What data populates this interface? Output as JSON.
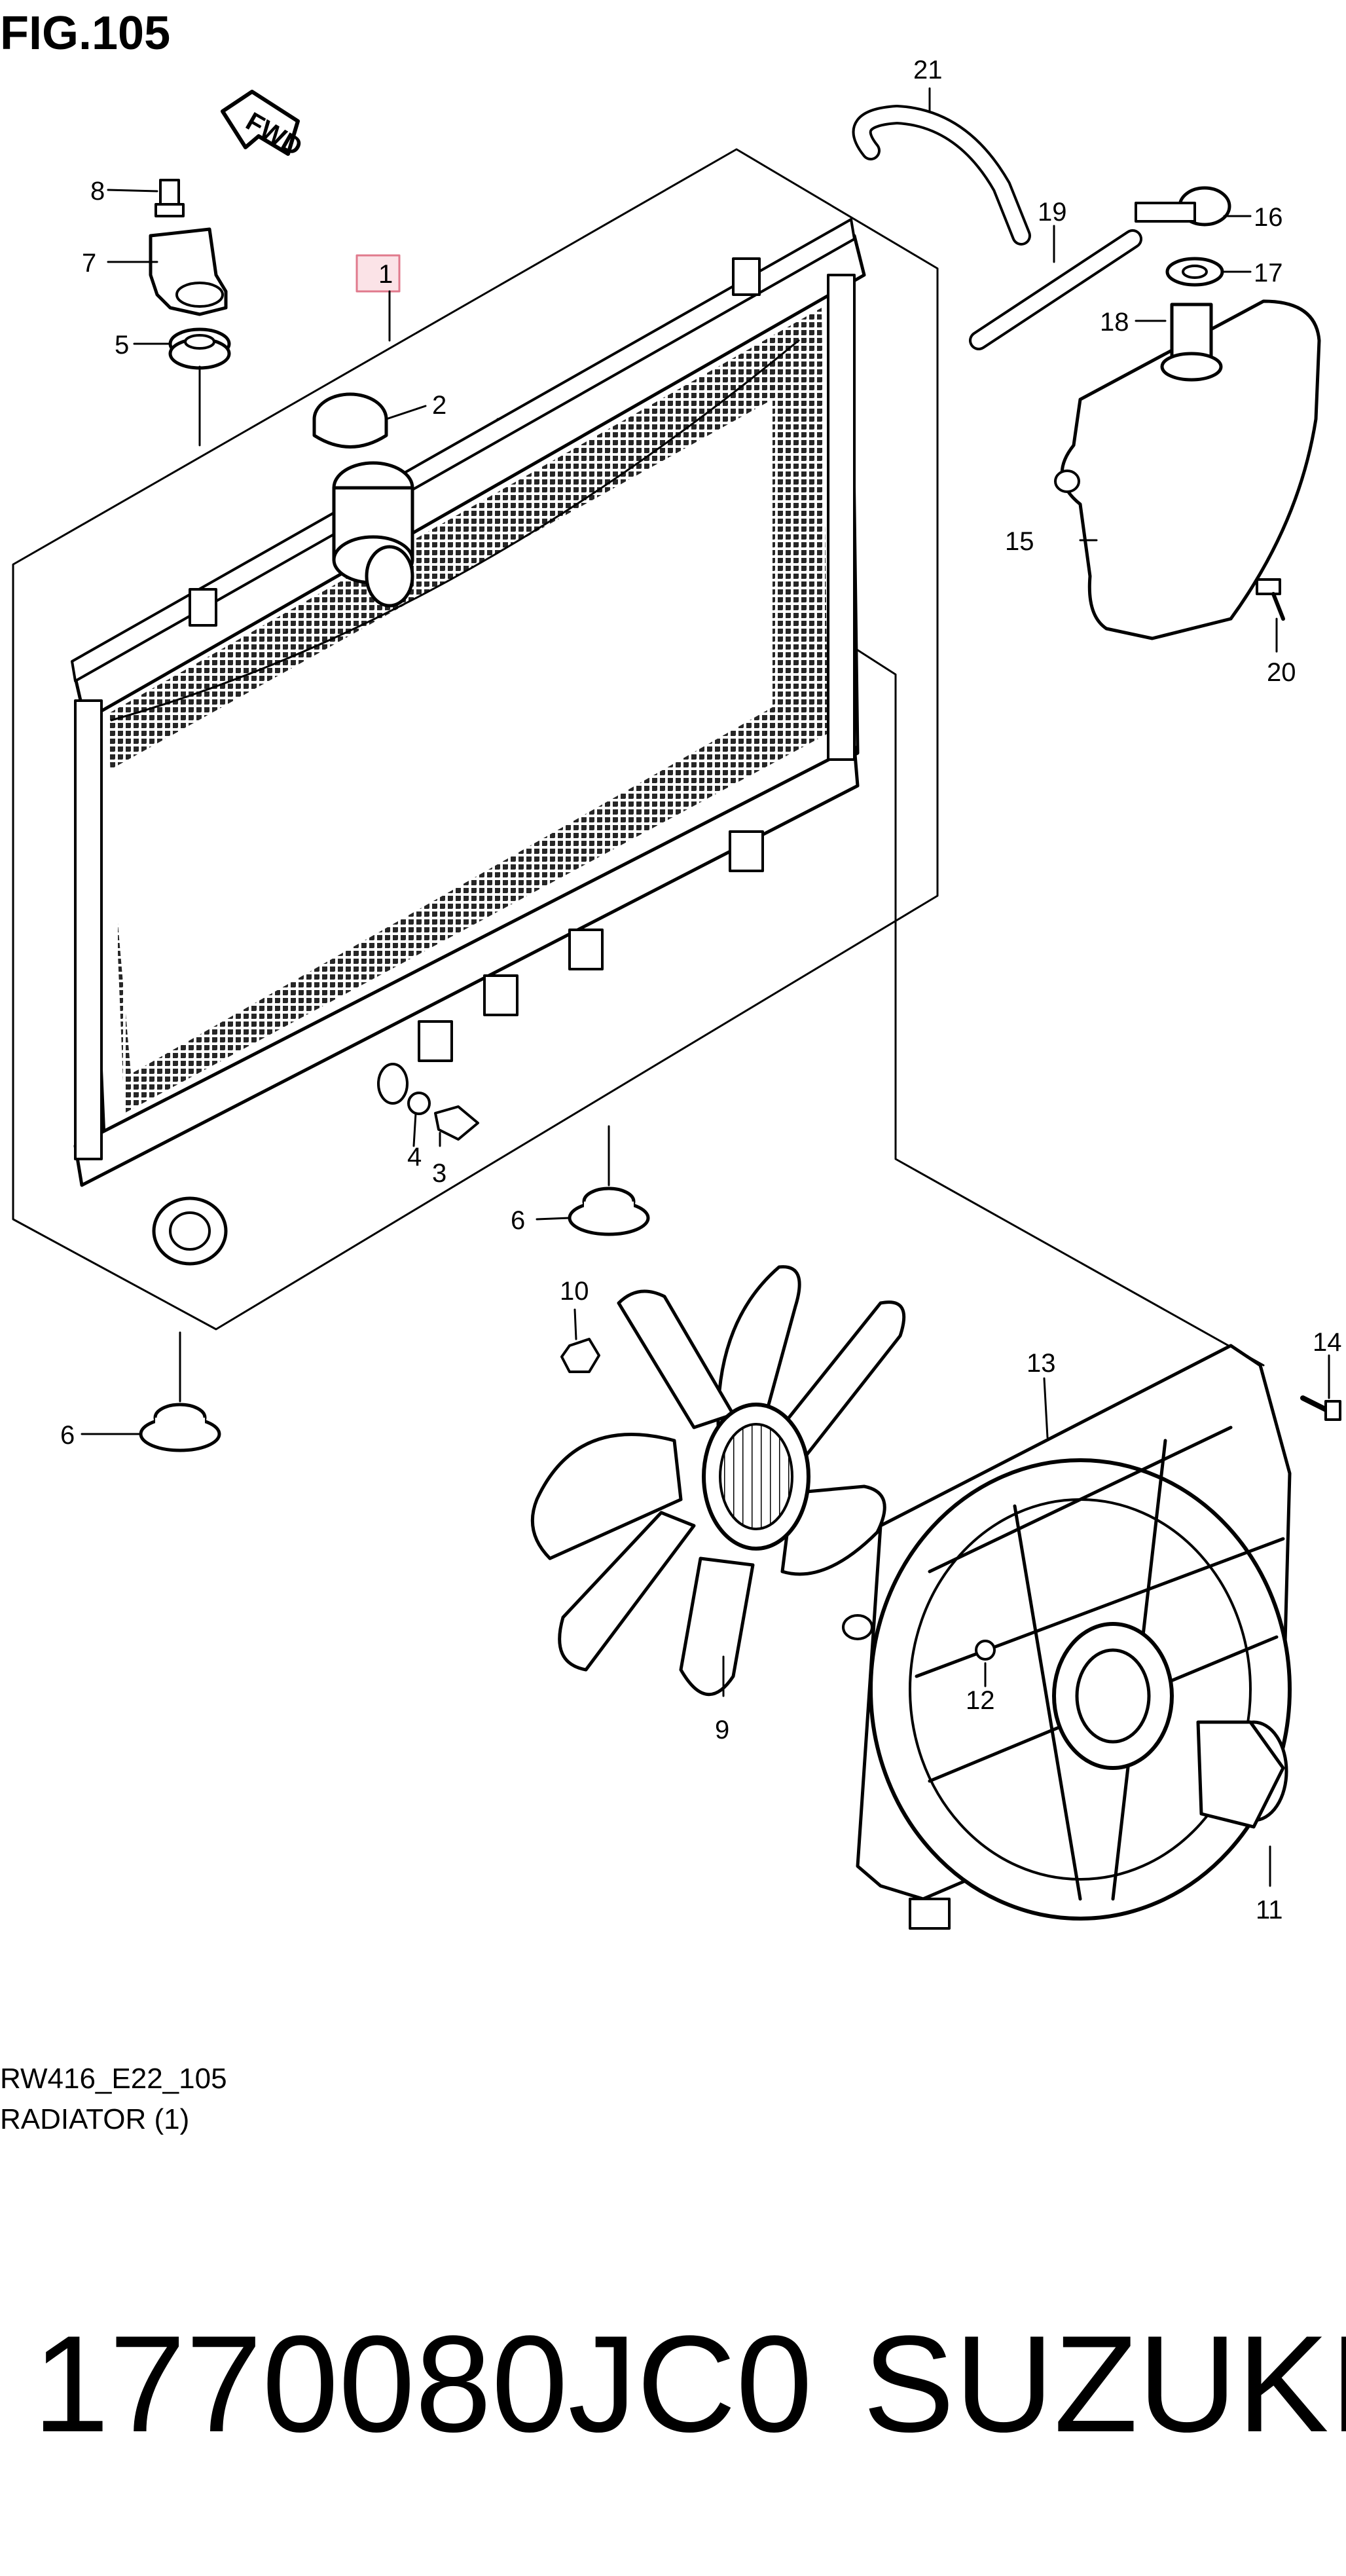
{
  "figure": {
    "title": "FIG.105",
    "fwd_label": "FWD",
    "code": "RW416_E22_105",
    "caption": "RADIATOR (1)"
  },
  "callouts": [
    "1",
    "2",
    "3",
    "4",
    "5",
    "6",
    "6",
    "7",
    "8",
    "9",
    "10",
    "11",
    "12",
    "13",
    "14",
    "15",
    "16",
    "17",
    "18",
    "19",
    "20",
    "21"
  ],
  "footer": {
    "part_number": "1770080JC0",
    "brand": "SUZUKI"
  },
  "colors": {
    "line": "#000000",
    "highlight_box": "#e07a8c",
    "highlight_fill": "#fbe3e7"
  }
}
